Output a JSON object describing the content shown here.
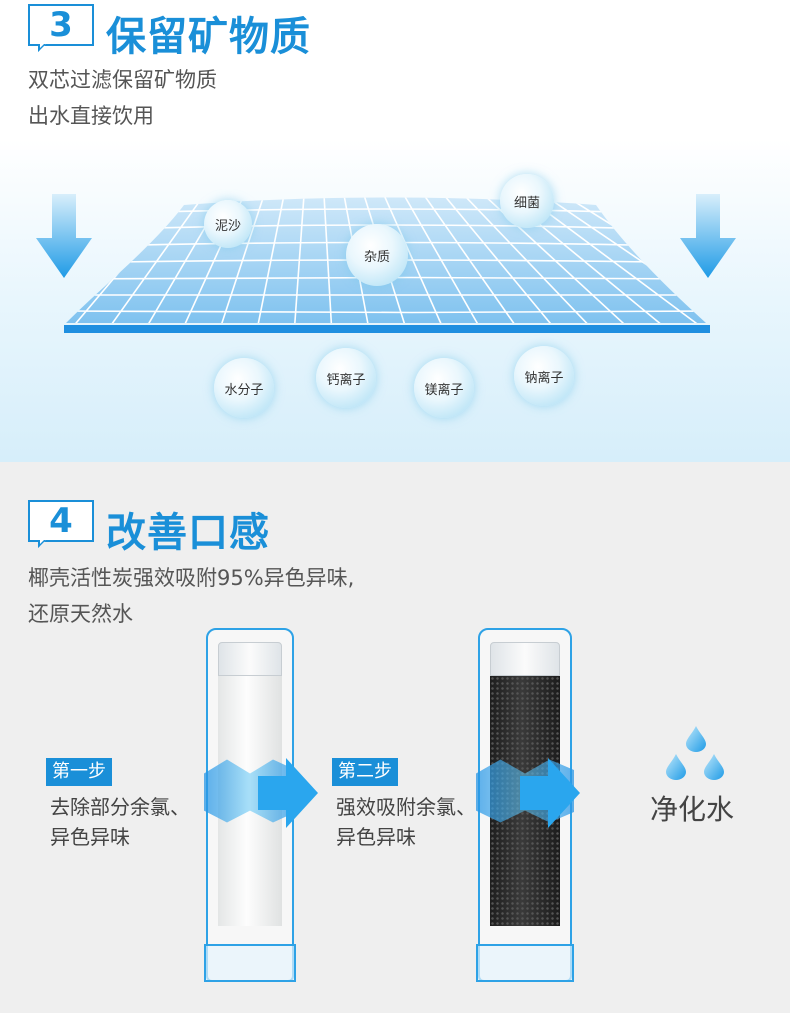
{
  "section3": {
    "number": "3",
    "title": "保留矿物质",
    "desc_lines": [
      "双芯过滤保留矿物质",
      "出水直接饮用"
    ],
    "blocked": [
      "泥沙",
      "杂质",
      "细菌"
    ],
    "passed": [
      "水分子",
      "钙离子",
      "镁离子",
      "钠离子"
    ]
  },
  "section4": {
    "number": "4",
    "title": "改善口感",
    "desc_lines": [
      "椰壳活性炭强效吸附95%异色异味,",
      "还原天然水"
    ],
    "step1": {
      "tag": "第一步",
      "lines": [
        "去除部分余氯、",
        "异色异味"
      ]
    },
    "step2": {
      "tag": "第二步",
      "lines": [
        "强效吸附余氯、",
        "异色异味"
      ]
    },
    "result": "净化水"
  },
  "colors": {
    "accent": "#1a8fd8",
    "arrow": "#2aa6ee"
  }
}
